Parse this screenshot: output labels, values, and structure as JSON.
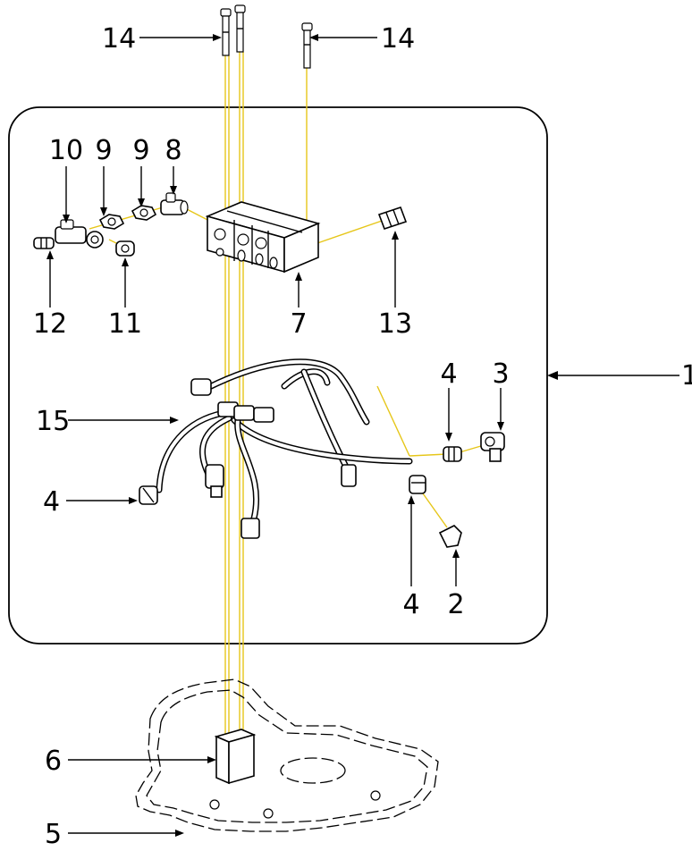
{
  "callouts": {
    "c1": "1",
    "c2": "2",
    "c3": "3",
    "c4a": "4",
    "c4b": "4",
    "c4c": "4",
    "c5": "5",
    "c6": "6",
    "c7": "7",
    "c8": "8",
    "c9a": "9",
    "c9b": "9",
    "c10": "10",
    "c11": "11",
    "c12": "12",
    "c13": "13",
    "c14a": "14",
    "c14b": "14",
    "c15": "15"
  },
  "colors": {
    "ink": "#000000",
    "assembly_line": "#e6c619",
    "background": "#ffffff"
  }
}
